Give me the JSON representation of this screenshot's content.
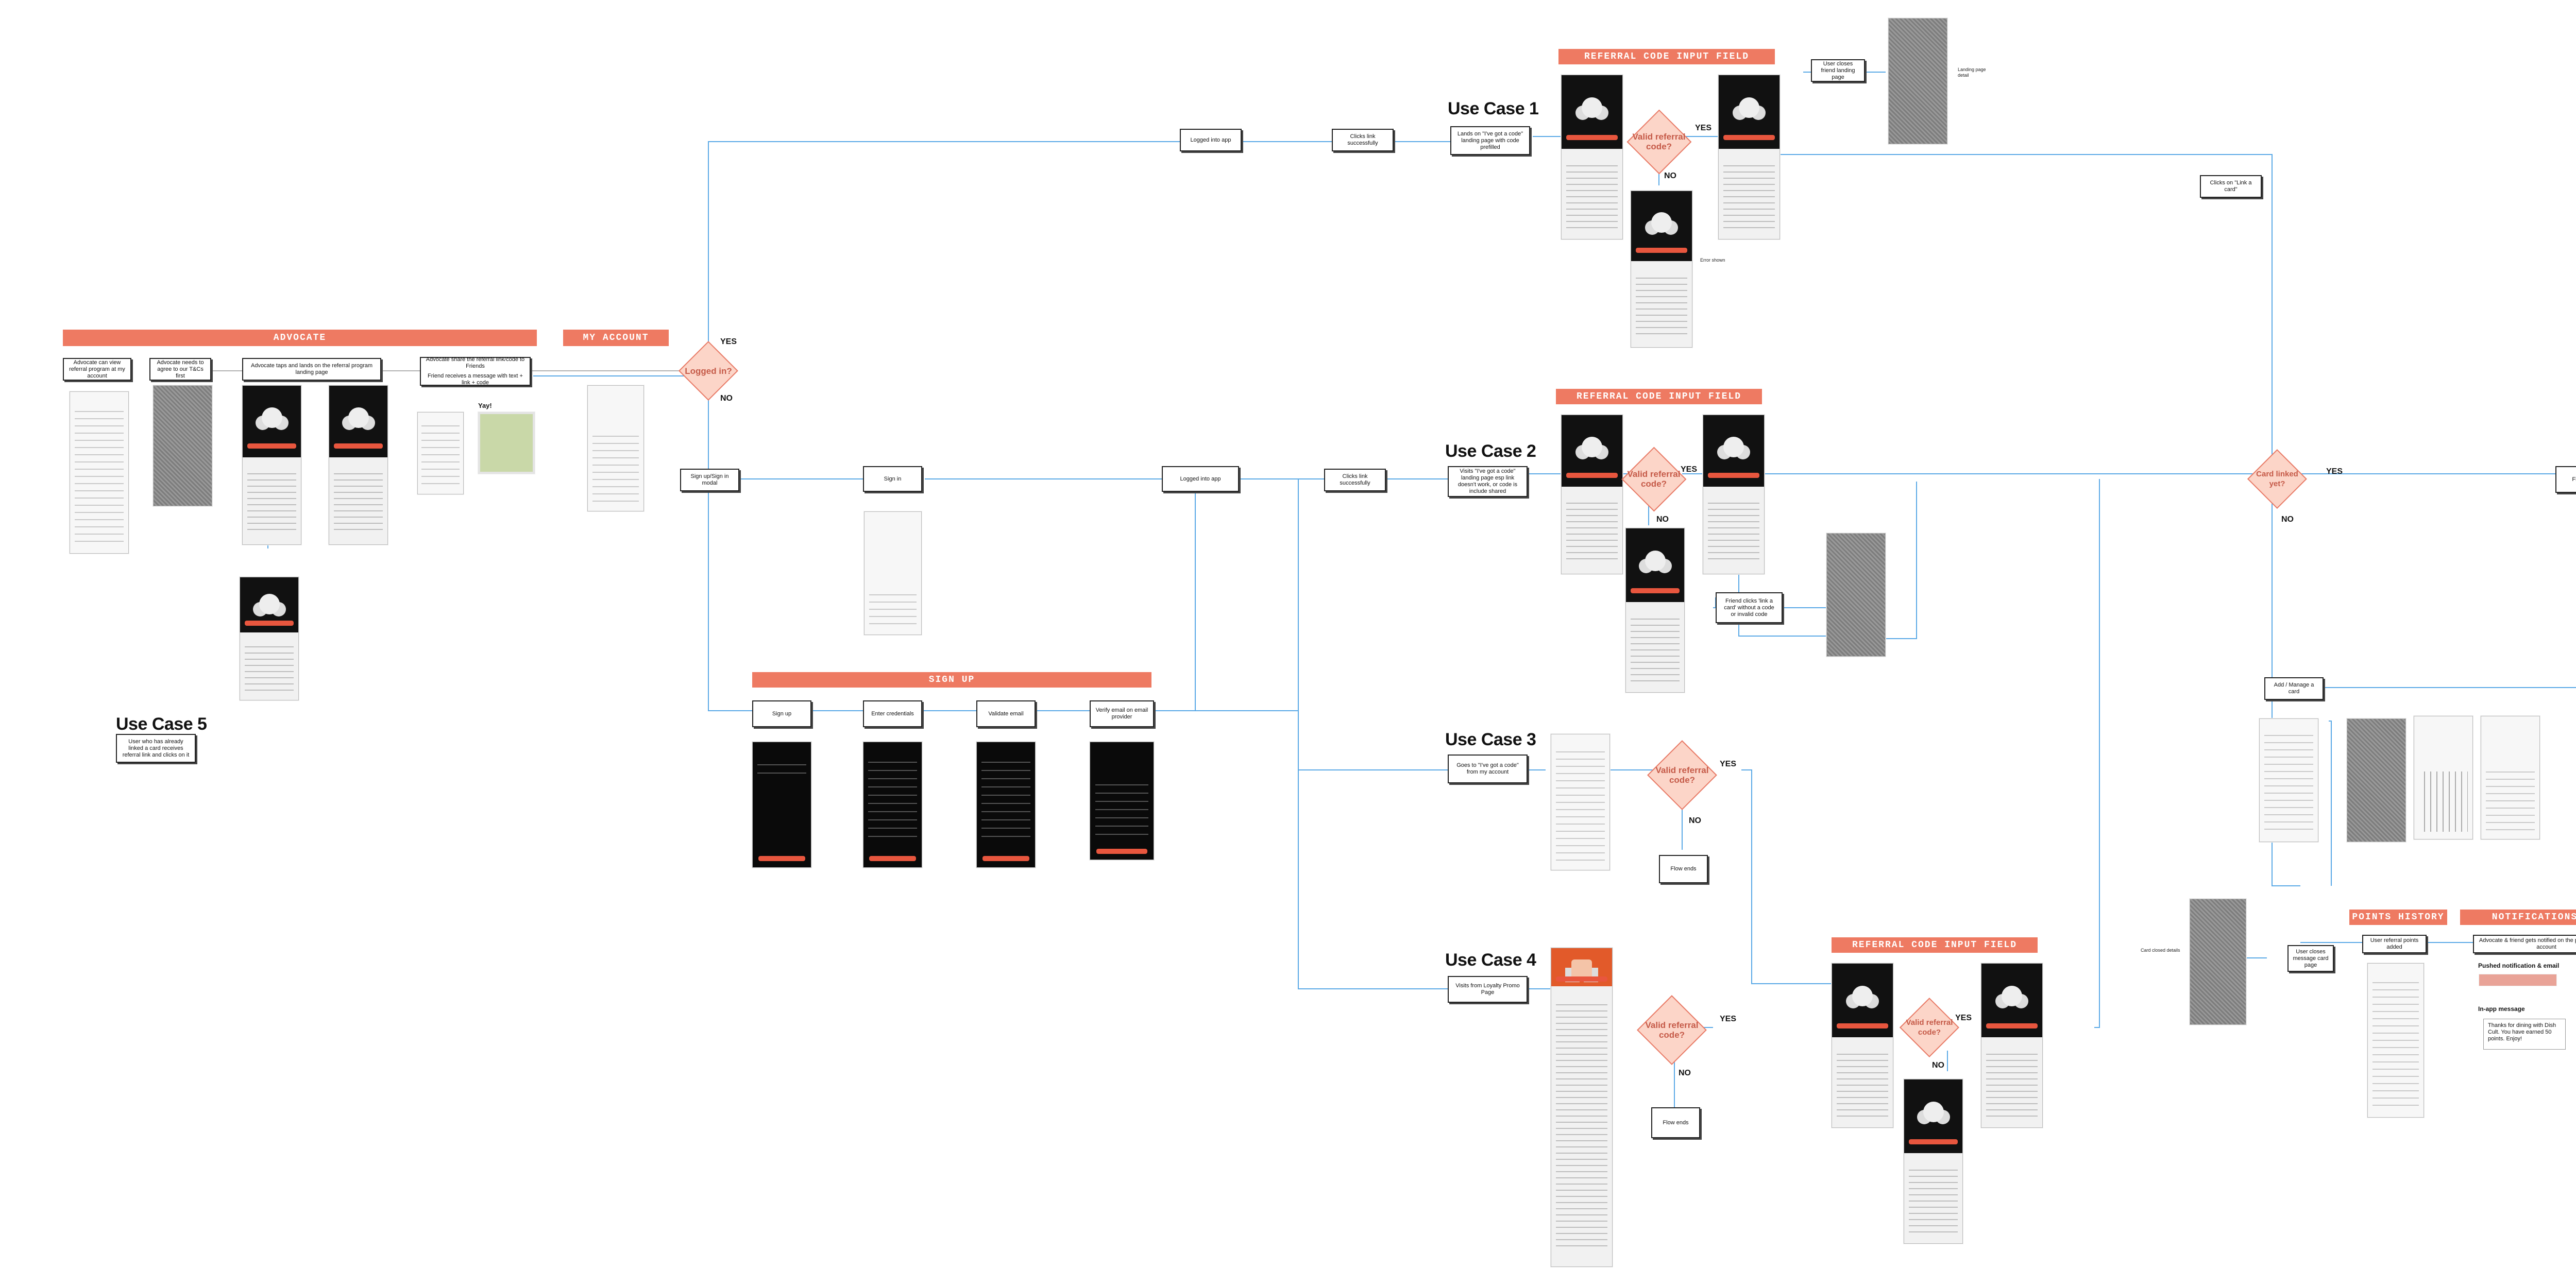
{
  "banners": {
    "advocate": "ADVOCATE",
    "my_account": "MY ACCOUNT",
    "referral_code_1": "REFERRAL CODE INPUT FIELD",
    "referral_code_2": "REFERRAL CODE INPUT FIELD",
    "referral_code_4": "REFERRAL CODE INPUT FIELD",
    "sign_up": "SIGN UP",
    "points_history": "POINTS HISTORY",
    "notifications": "NOTIFICATIONS"
  },
  "use_cases": {
    "uc1": "Use Case 1",
    "uc2": "Use Case 2",
    "uc3": "Use Case 3",
    "uc4": "Use Case 4",
    "uc5": "Use Case 5"
  },
  "steps": {
    "adv_1": "Advocate can view referral program at my account",
    "adv_2": "Advocate needs to agree to our T&Cs first",
    "adv_3": "Advocate taps and lands on the referral program landing page",
    "adv_4": "Advocate share the referral link/code to Friends",
    "adv_4b": "Friend receives a message with text + link + code",
    "sign_up_modal": "Sign up/Sign in modal",
    "sign_in": "Sign in",
    "logged_into_app_2": "Logged into app",
    "clicks_link_2": "Clicks link successfully",
    "logged_into_app_1": "Logged into app",
    "clicks_link_1": "Clicks link successfully",
    "uc1_desc": "Lands on \"I've got a code\" landing page with code prefilled",
    "uc2_desc": "Visits \"I've got a code\" landing page esp link doesn't work, or code is include shared",
    "uc3_desc": "Goes to \"I've got a code\" from my account",
    "uc4_desc": "Visits from Loyalty Promo Page",
    "uc5_desc": "User who has already linked a card receives referral link and clicks on it",
    "su_signup": "Sign up",
    "su_enter": "Enter credentials",
    "su_validate": "Validate email",
    "su_verify": "Verify email on email provider",
    "closes_friend": "User closes friend landing page",
    "clicks_card": "Clicks on \"Link a card\"",
    "friend_clicks": "Friend clicks 'link a card' without a code or invalid code",
    "flow_ends_main": "Flow ends",
    "flow_ends_3": "Flow ends",
    "flow_ends_4": "Flow ends",
    "add_card": "Add / Manage a card",
    "closes_card": "User closes message card page",
    "points_added": "User referral points added",
    "notif_step": "Advocate & friend gets notified on the points added to account"
  },
  "decisions": {
    "logged_in": "Logged in?",
    "valid_1": "Valid referral code?",
    "valid_2": "Valid referral code?",
    "valid_3": "Valid referral code?",
    "valid_4": "Valid referral code?",
    "valid_4b": "Valid referral code?",
    "card_linked": "Card linked yet?"
  },
  "labels": {
    "yes": "YES",
    "no": "NO",
    "yay": "Yay!",
    "pushed": "Pushed notification & email",
    "in_app": "In-app message",
    "thanks": "Thanks for dining with Dish Cult. You have earned 50 points. Enjoy!"
  }
}
